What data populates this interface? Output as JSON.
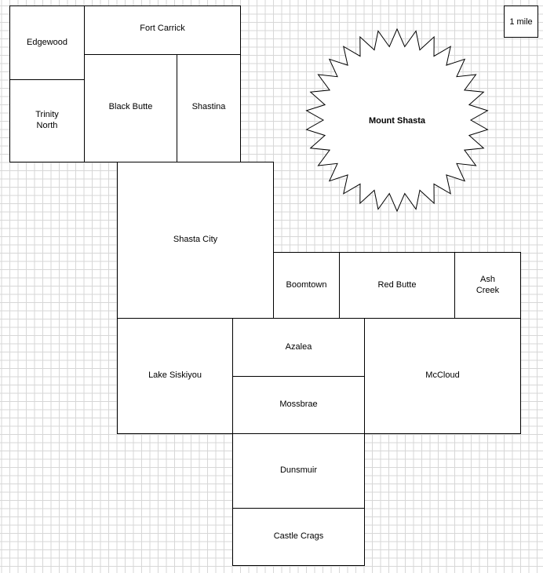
{
  "map": {
    "scale_label": "1 mile",
    "mountain": {
      "label": "Mount Shasta",
      "peak_count": 30
    },
    "regions": [
      {
        "id": "edgewood",
        "label": "Edgewood"
      },
      {
        "id": "fort-carrick",
        "label": "Fort Carrick"
      },
      {
        "id": "trinity-north",
        "label": "Trinity\nNorth"
      },
      {
        "id": "black-butte",
        "label": "Black Butte"
      },
      {
        "id": "shastina",
        "label": "Shastina"
      },
      {
        "id": "shasta-city",
        "label": "Shasta City"
      },
      {
        "id": "boomtown",
        "label": "Boomtown"
      },
      {
        "id": "red-butte",
        "label": "Red Butte"
      },
      {
        "id": "ash-creek",
        "label": "Ash\nCreek"
      },
      {
        "id": "lake-siskiyou",
        "label": "Lake Siskiyou"
      },
      {
        "id": "azalea",
        "label": "Azalea"
      },
      {
        "id": "mossbrae",
        "label": "Mossbrae"
      },
      {
        "id": "mccloud",
        "label": "McCloud"
      },
      {
        "id": "dunsmuir",
        "label": "Dunsmuir"
      },
      {
        "id": "castle-crags",
        "label": "Castle Crags"
      }
    ]
  }
}
